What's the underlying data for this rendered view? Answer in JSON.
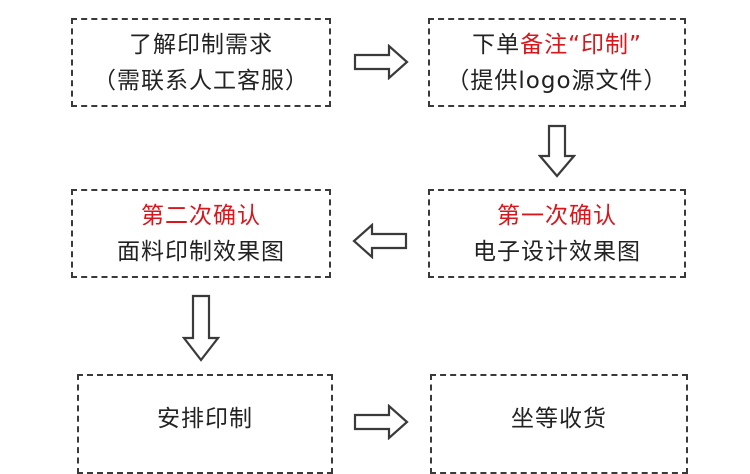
{
  "steps": {
    "step1": {
      "line1": "了解印制需求",
      "line2": "（需联系人工客服）"
    },
    "step2": {
      "line1_prefix": "下单",
      "line1_highlight": "备注“印制”",
      "line2": "（提供logo源文件）"
    },
    "step3": {
      "line1": "第一次确认",
      "line2": "电子设计效果图"
    },
    "step4": {
      "line1": "第二次确认",
      "line2": "面料印制效果图"
    },
    "step5": {
      "line1": "安排印制"
    },
    "step6": {
      "line1": "坐等收货"
    }
  },
  "colors": {
    "highlight": "#d8161b",
    "text": "#222222",
    "border": "#3a3a3a"
  },
  "icons": [
    "arrow-right-icon",
    "arrow-down-icon",
    "arrow-left-icon"
  ]
}
